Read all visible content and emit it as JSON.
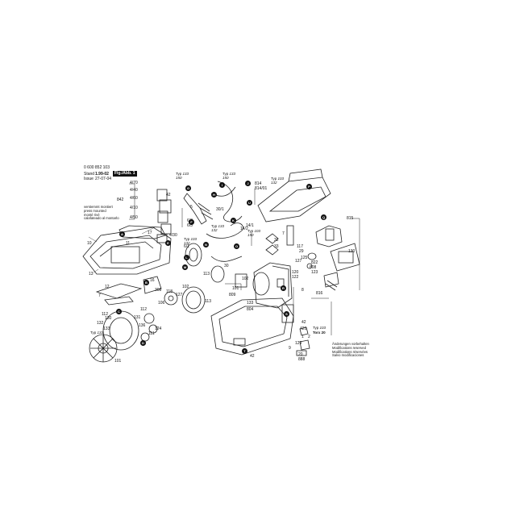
{
  "header": {
    "doc_number": "0 600 852 103",
    "stand_label": "Stand",
    "stand_value": "1.99-02",
    "issue_label": "Issue",
    "issue_value": "27-07-04",
    "figure_label": "Fig./Abb. 1"
  },
  "legend": {
    "lines": [
      "verstemmt montiert",
      "press mounted",
      "monté rivé",
      "calafateado al montarlo"
    ]
  },
  "typ_labels": [
    {
      "typ": "Typ",
      "v1": "133",
      "v2": "150"
    },
    {
      "typ": "Typ",
      "v1": "133",
      "v2": "150"
    },
    {
      "typ": "Typ",
      "v1": "103",
      "v2": "132"
    },
    {
      "typ": "Typ",
      "v1": "103",
      "v2": "132"
    },
    {
      "typ": "Typ",
      "v1": "133",
      "v2": "132"
    },
    {
      "typ": "Typ",
      "v1": "103",
      "v2": "150"
    },
    {
      "typ": "Typ",
      "v1": "133",
      "v2": ""
    },
    {
      "typ": "Typ",
      "v1": "103",
      "v2": ""
    }
  ],
  "torx": "Torx 20",
  "change_note": [
    "Änderungen vorbehalten",
    "Modifications reserved",
    "Modifications réservées",
    "Salvo modificaciones"
  ],
  "part_numbers": [
    "4/70",
    "4/40",
    "4/10",
    "4/60",
    "842",
    "4/50",
    "42",
    "4/30",
    "17",
    "10",
    "13",
    "12",
    "7",
    "308",
    "11",
    "16",
    "13",
    "14",
    "112",
    "124",
    "131",
    "130",
    "132",
    "133",
    "135",
    "136",
    "106",
    "111",
    "112",
    "101",
    "118",
    "127",
    "120",
    "102",
    "5",
    "6/2",
    "6/3",
    "6/1",
    "30/1",
    "30",
    "113",
    "113",
    "102",
    "101",
    "809",
    "14/2",
    "14/1",
    "814",
    "814/01",
    "32",
    "33",
    "7",
    "127",
    "120",
    "122",
    "117",
    "125",
    "29",
    "133",
    "804",
    "808",
    "815",
    "130",
    "123",
    "822",
    "816",
    "42",
    "421",
    "129",
    "9",
    "8",
    "20",
    "888",
    "1",
    "2"
  ],
  "circle_markers": [
    "A",
    "B",
    "C",
    "D",
    "E",
    "F",
    "G",
    "H",
    "I",
    "J",
    "K",
    "L",
    "M",
    "N",
    "O",
    "P",
    "Q",
    "R",
    "S",
    "T",
    "U"
  ]
}
